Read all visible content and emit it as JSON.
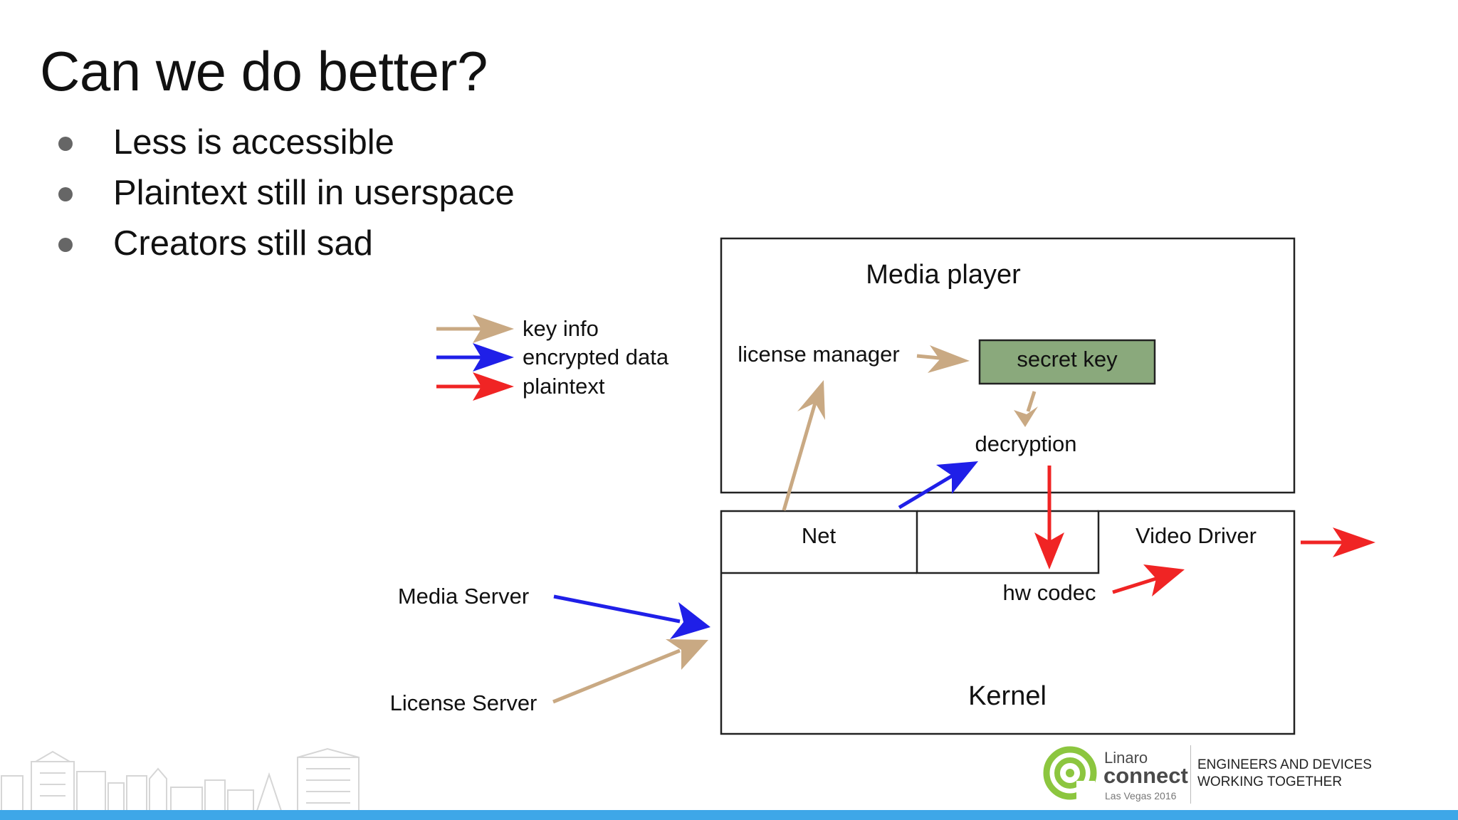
{
  "slide": {
    "title": "Can we do better?",
    "bullets": [
      "Less is accessible",
      "Plaintext still in userspace",
      "Creators still sad"
    ]
  },
  "diagram": {
    "legend": [
      {
        "label": "key info",
        "color": "#c9a983"
      },
      {
        "label": "encrypted data",
        "color": "#1f1fe8"
      },
      {
        "label": "plaintext",
        "color": "#f02424"
      }
    ],
    "media_player": {
      "label": "Media player",
      "license_manager": "license manager",
      "secret_key": "secret key",
      "secret_key_color": "#8aa97c",
      "decryption": "decryption"
    },
    "kernel": {
      "label": "Kernel",
      "net": "Net",
      "video_driver": "Video Driver",
      "hw_codec": "hw codec"
    },
    "external": {
      "media_server": "Media Server",
      "license_server": "License Server"
    }
  },
  "branding": {
    "name": "Linaro",
    "product": "connect",
    "event": "Las Vegas 2016",
    "tagline_line1": "ENGINEERS AND DEVICES",
    "tagline_line2": "WORKING TOGETHER",
    "accent_color": "#8cc63f",
    "bar_color": "#3ea7e8"
  }
}
